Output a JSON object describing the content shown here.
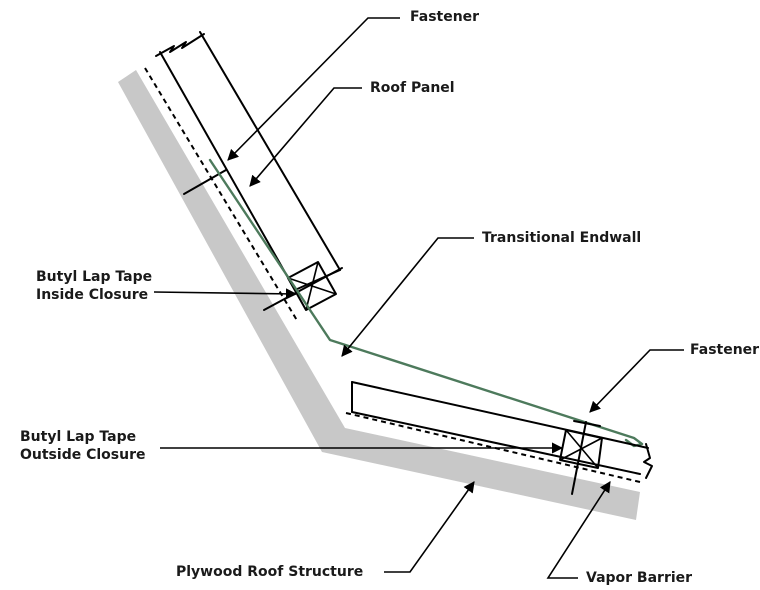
{
  "colors": {
    "structure": "#c8c8c8",
    "endwall": "#4d7a5c",
    "line": "#000000"
  },
  "labels": {
    "fastener_top": "Fastener",
    "roof_panel": "Roof Panel",
    "transitional_endwall": "Transitional Endwall",
    "butyl_inside_line1": "Butyl Lap Tape",
    "butyl_inside_line2": "Inside Closure",
    "fastener_bottom": "Fastener",
    "butyl_outside_line1": "Butyl Lap Tape",
    "butyl_outside_line2": "Outside Closure",
    "plywood": "Plywood Roof Structure",
    "vapor_barrier": "Vapor Barrier"
  }
}
